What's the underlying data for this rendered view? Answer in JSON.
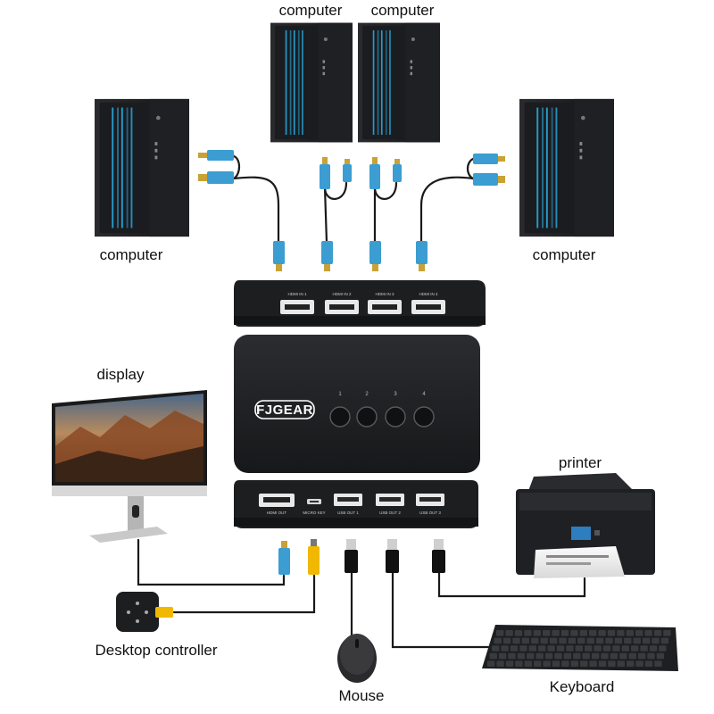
{
  "labels": {
    "computer_top_left": "computer",
    "computer_top_right": "computer",
    "computer_left": "computer",
    "computer_right": "computer",
    "display": "display",
    "printer": "printer",
    "desktop_controller": "Desktop controller",
    "mouse": "Mouse",
    "keyboard": "Keyboard"
  },
  "switch": {
    "brand": "FJGEAR",
    "input_ports": [
      "HDMI IN 1",
      "HDMI IN 2",
      "HDMI IN 3",
      "HDMI IN 4"
    ],
    "button_numbers": [
      "1",
      "2",
      "3",
      "4"
    ],
    "output_ports": [
      "HDMI OUT",
      "MICRO KEY",
      "USB OUT 1",
      "USB OUT 2",
      "USB OUT 3"
    ]
  },
  "colors": {
    "device_body": "#1d1e20",
    "cable_head": "#3b9dd1",
    "controller_plug": "#f1b800",
    "tower_light": "#29a9dd"
  }
}
